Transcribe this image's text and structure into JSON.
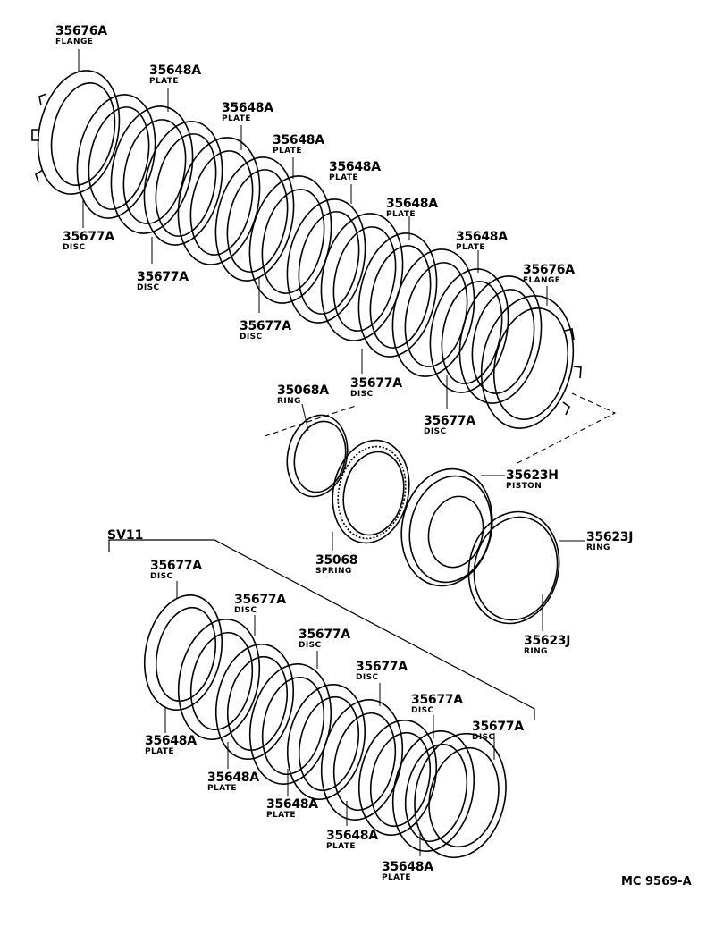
{
  "diagram": {
    "code": "MC 9569-A",
    "group_label": "SV11",
    "parts": {
      "flange": {
        "number": "35676A",
        "name": "FLANGE"
      },
      "plate": {
        "number": "35648A",
        "name": "PLATE"
      },
      "disc": {
        "number": "35677A",
        "name": "DISC"
      },
      "ring_snap": {
        "number": "35068A",
        "name": "RING"
      },
      "spring": {
        "number": "35068",
        "name": "SPRING"
      },
      "piston": {
        "number": "35623H",
        "name": "PISTON"
      },
      "ring_o": {
        "number": "35623J",
        "name": "RING"
      }
    }
  }
}
